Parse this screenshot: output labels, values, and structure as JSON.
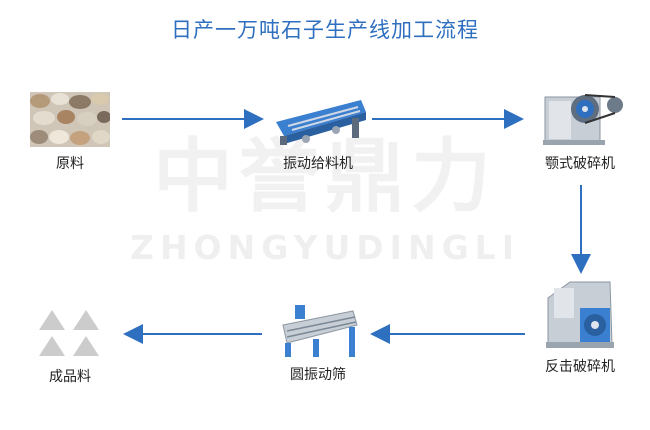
{
  "title": "日产一万吨石子生产线加工流程",
  "watermark": {
    "cn": "中誉鼎力",
    "en": "ZHONGYUDINGLI"
  },
  "steps": [
    {
      "label": "原料",
      "icon": "raw-stones-icon"
    },
    {
      "label": "振动给料机",
      "icon": "vibrating-feeder-icon"
    },
    {
      "label": "颚式破碎机",
      "icon": "jaw-crusher-icon"
    },
    {
      "label": "反击破碎机",
      "icon": "impact-crusher-icon"
    },
    {
      "label": "圆振动筛",
      "icon": "circular-vibrating-screen-icon"
    },
    {
      "label": "成品料",
      "icon": "finished-aggregate-icon"
    }
  ],
  "colors": {
    "title": "#2f6fc0",
    "arrow": "#2f6fc0",
    "machine": "#3a7fd0"
  }
}
